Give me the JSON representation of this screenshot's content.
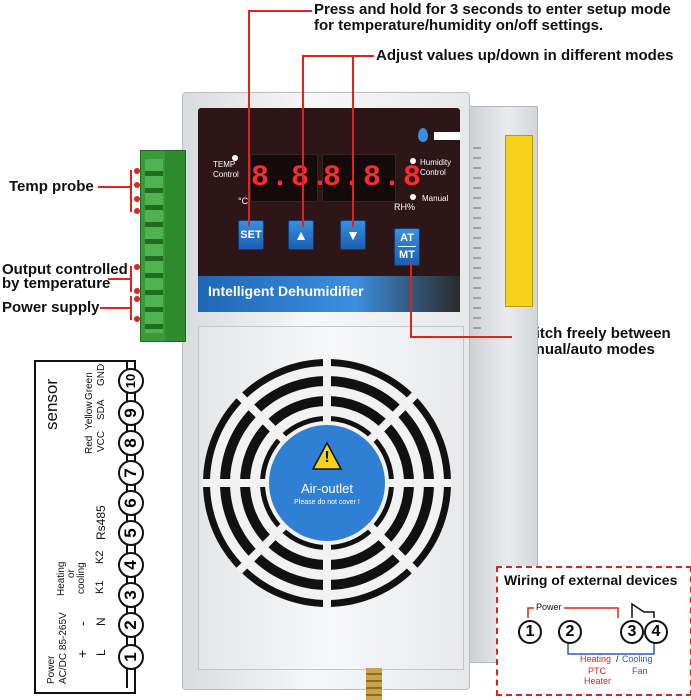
{
  "annotations": {
    "setup_line1": "Press and hold for 3 seconds to enter setup mode",
    "setup_line2": "for temperature/humidity on/off settings.",
    "adjust": "Adjust values up/down in different modes",
    "temp_probe": "Temp probe",
    "output_line1": "Output controlled",
    "output_line2": "by temperature",
    "power_supply": "Power supply",
    "switch_line1": "Switch freely between",
    "switch_line2": "manual/auto modes"
  },
  "panel": {
    "temp_label_1": "TEMP",
    "temp_label_2": "Control",
    "celsius": "°C",
    "temp_display": "8.8.8",
    "hum_display": "8.8.8",
    "rh": "RH%",
    "humidity_label_1": "Humidity",
    "humidity_label_2": "Control",
    "manual_label": "Manual",
    "set_button": "SET",
    "up_button": "▲",
    "down_button": "▼",
    "at_label": "AT",
    "mt_label": "MT",
    "brand": "Intelligent Dehumidifier"
  },
  "fan": {
    "title": "Air-outlet",
    "subtitle": "Please do not cover !",
    "warning_glyph": "!"
  },
  "wiring": {
    "sensor": "sensor",
    "green": "Green",
    "gnd": "GND",
    "yellow": "Yellow",
    "sda": "SDA",
    "red": "Red",
    "vcc": "VCC",
    "rs485": "Rs485",
    "heating": "Heating",
    "or": "or",
    "cooling": "cooling",
    "k1": "K1",
    "k2": "K2",
    "n": "N",
    "l": "L",
    "minus": "-",
    "plus": "+",
    "power": "Power",
    "power_spec": "AC/DC 85-265V",
    "terminals": [
      "1",
      "2",
      "3",
      "4",
      "5",
      "6",
      "7",
      "8",
      "9",
      "10"
    ]
  },
  "external": {
    "title": "Wiring of external devices",
    "power": "Power",
    "terminals": [
      "1",
      "2",
      "3",
      "4"
    ],
    "heating": "Heating",
    "slash": "/",
    "cooling": "Cooling",
    "ptc": "PTC",
    "heater": "Heater",
    "fan": "Fan"
  },
  "colors": {
    "annotation_line": "#e0231c",
    "panel_bg": "#2d1518",
    "segment_red": "#ff2a2a",
    "button_blue": "#1b5fb0",
    "fan_center": "#2f7fd4",
    "terminal_green": "#3a9a3a",
    "wire_blue": "#1f5fd0",
    "label_red": "#e0231c"
  }
}
